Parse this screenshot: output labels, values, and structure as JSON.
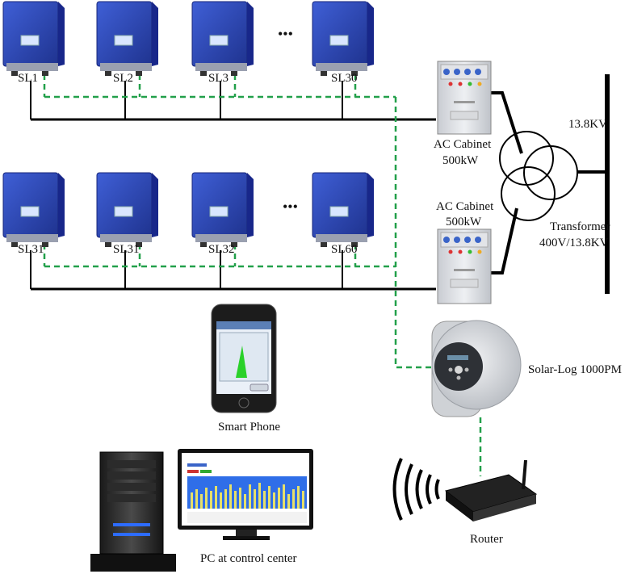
{
  "inverters_row1": [
    {
      "label": "SL1"
    },
    {
      "label": "SL2"
    },
    {
      "label": "SL3"
    },
    {
      "label": "SL30"
    }
  ],
  "inverters_row2": [
    {
      "label": "SL31"
    },
    {
      "label": "SL31"
    },
    {
      "label": "SL32"
    },
    {
      "label": "SL60"
    }
  ],
  "ellipsis": "•••",
  "cabinet_top": {
    "name": "AC Cabinet",
    "rating": "500kW"
  },
  "cabinet_bottom": {
    "name": "AC Cabinet",
    "rating": "500kW"
  },
  "grid_voltage": "13.8KV",
  "transformer": {
    "name": "Transformer",
    "ratio": "400V/13.8KV"
  },
  "solarlog": {
    "label": "Solar-Log 1000PM"
  },
  "smartphone": {
    "label": "Smart Phone"
  },
  "pc": {
    "label": "PC at control center"
  },
  "router": {
    "label": "Router"
  },
  "colors": {
    "inverter_blue": "#2e49b8",
    "comm_line_green": "#22a04a",
    "power_line": "#000000"
  }
}
